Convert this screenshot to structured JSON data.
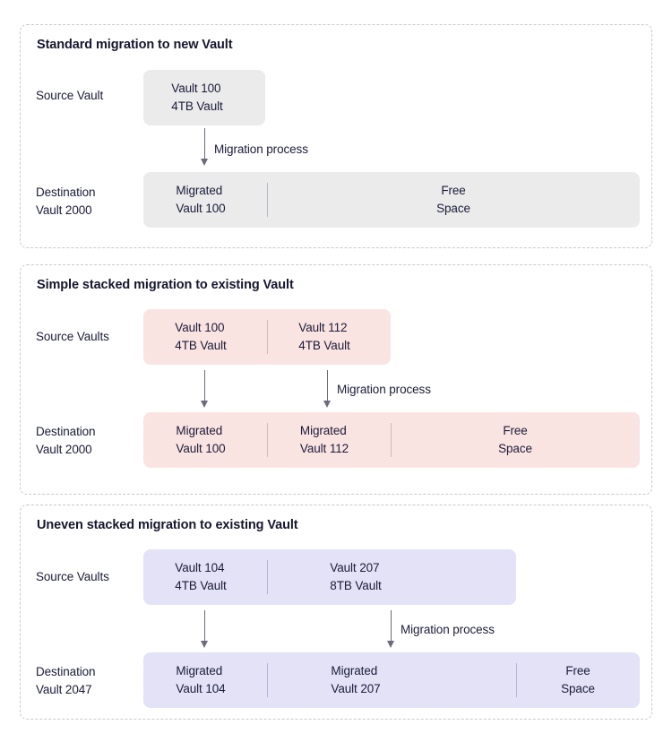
{
  "diagram": {
    "title_hidden": "",
    "process_label": "Migration process",
    "colors": {
      "gray_fill": "#EBEBEB",
      "pink_fill": "#FAE4E2",
      "purple_fill": "#E3E2F7",
      "text": "#1B1B3A",
      "dashed_border": "#C9C9D1",
      "arrow": "#6B6B7B"
    },
    "sections": [
      {
        "title": "Standard migration to new Vault",
        "source_label": "Source Vault",
        "destination_label": "Destination\nVault 2000",
        "source_segments": [
          {
            "name": "Vault 100",
            "capacity": "4TB Vault"
          }
        ],
        "destination_segments": [
          {
            "line1": "Migrated",
            "line2": "Vault 100"
          },
          {
            "line1": "Free",
            "line2": "Space"
          }
        ],
        "arrow_labels": [
          "Migration process"
        ]
      },
      {
        "title": "Simple stacked migration to existing Vault",
        "source_label": "Source Vaults",
        "destination_label": "Destination\nVault 2000",
        "source_segments": [
          {
            "name": "Vault 100",
            "capacity": "4TB Vault"
          },
          {
            "name": "Vault 112",
            "capacity": "4TB Vault"
          }
        ],
        "destination_segments": [
          {
            "line1": "Migrated",
            "line2": "Vault 100"
          },
          {
            "line1": "Migrated",
            "line2": "Vault 112"
          },
          {
            "line1": "Free",
            "line2": "Space"
          }
        ],
        "arrow_labels": [
          "",
          "Migration process"
        ]
      },
      {
        "title": "Uneven stacked migration to existing Vault",
        "source_label": "Source Vaults",
        "destination_label": "Destination\nVault 2047",
        "source_segments": [
          {
            "name": "Vault 104",
            "capacity": "4TB Vault"
          },
          {
            "name": "Vault 207",
            "capacity": "8TB Vault"
          }
        ],
        "destination_segments": [
          {
            "line1": "Migrated",
            "line2": "Vault 104"
          },
          {
            "line1": "Migrated",
            "line2": "Vault 207"
          },
          {
            "line1": "Free",
            "line2": "Space"
          }
        ],
        "arrow_labels": [
          "",
          "Migration process"
        ]
      }
    ]
  }
}
